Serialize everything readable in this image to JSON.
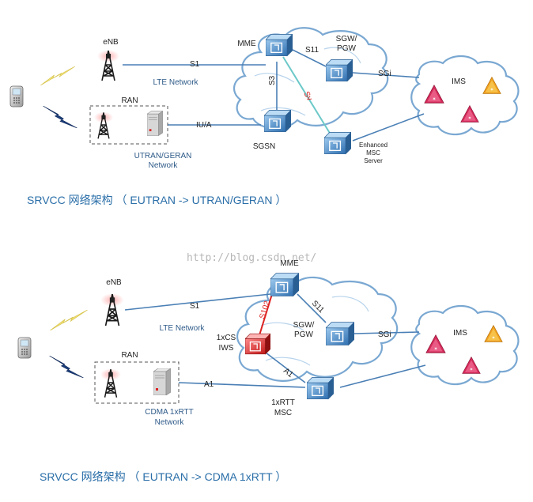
{
  "diagram1": {
    "enb_label": "eNB",
    "lte_network_label": "LTE Network",
    "s1_label": "S1",
    "mme_label": "MME",
    "s11_label": "S11",
    "sgw_pgw_label_line1": "SGW/",
    "sgw_pgw_label_line2": "PGW",
    "sgi_label": "SGi",
    "ims_label": "IMS",
    "s3_label": "S3",
    "sv_label": "Sv",
    "ran_label": "RAN",
    "iu_a_label": "IU/A",
    "utran_label_line1": "UTRAN/GERAN",
    "utran_label_line2": "Network",
    "sgsn_label": "SGSN",
    "msc_label_line1": "Enhanced",
    "msc_label_line2": "MSC",
    "msc_label_line3": "Server",
    "caption": "SRVCC 网络架构 （ EUTRAN -> UTRAN/GERAN ）"
  },
  "diagram2": {
    "enb_label": "eNB",
    "lte_network_label": "LTE Network",
    "s1_label": "S1",
    "mme_label": "MME",
    "s11_label": "S11",
    "s102_label": "S102",
    "sgw_pgw_label_line1": "SGW/",
    "sgw_pgw_label_line2": "PGW",
    "sgi_label": "SGi",
    "ims_label": "IMS",
    "iws_label_line1": "1xCS",
    "iws_label_line2": "IWS",
    "ran_label": "RAN",
    "a1_label": "A1",
    "a1_label_2": "A1",
    "cdma_label_line1": "CDMA 1xRTT",
    "cdma_label_line2": "Network",
    "msc_label_line1": "1xRTT",
    "msc_label_line2": "MSC",
    "caption": "SRVCC 网络架构 （ EUTRAN -> CDMA 1xRTT ）"
  },
  "watermark": "http://blog.csdn.net/",
  "colors": {
    "link": "#4a7fb5",
    "caption": "#2a6ea8",
    "node_blue": "#3b7fc4",
    "node_red": "#d8262c",
    "cloud_stroke": "#7aa8d2"
  }
}
